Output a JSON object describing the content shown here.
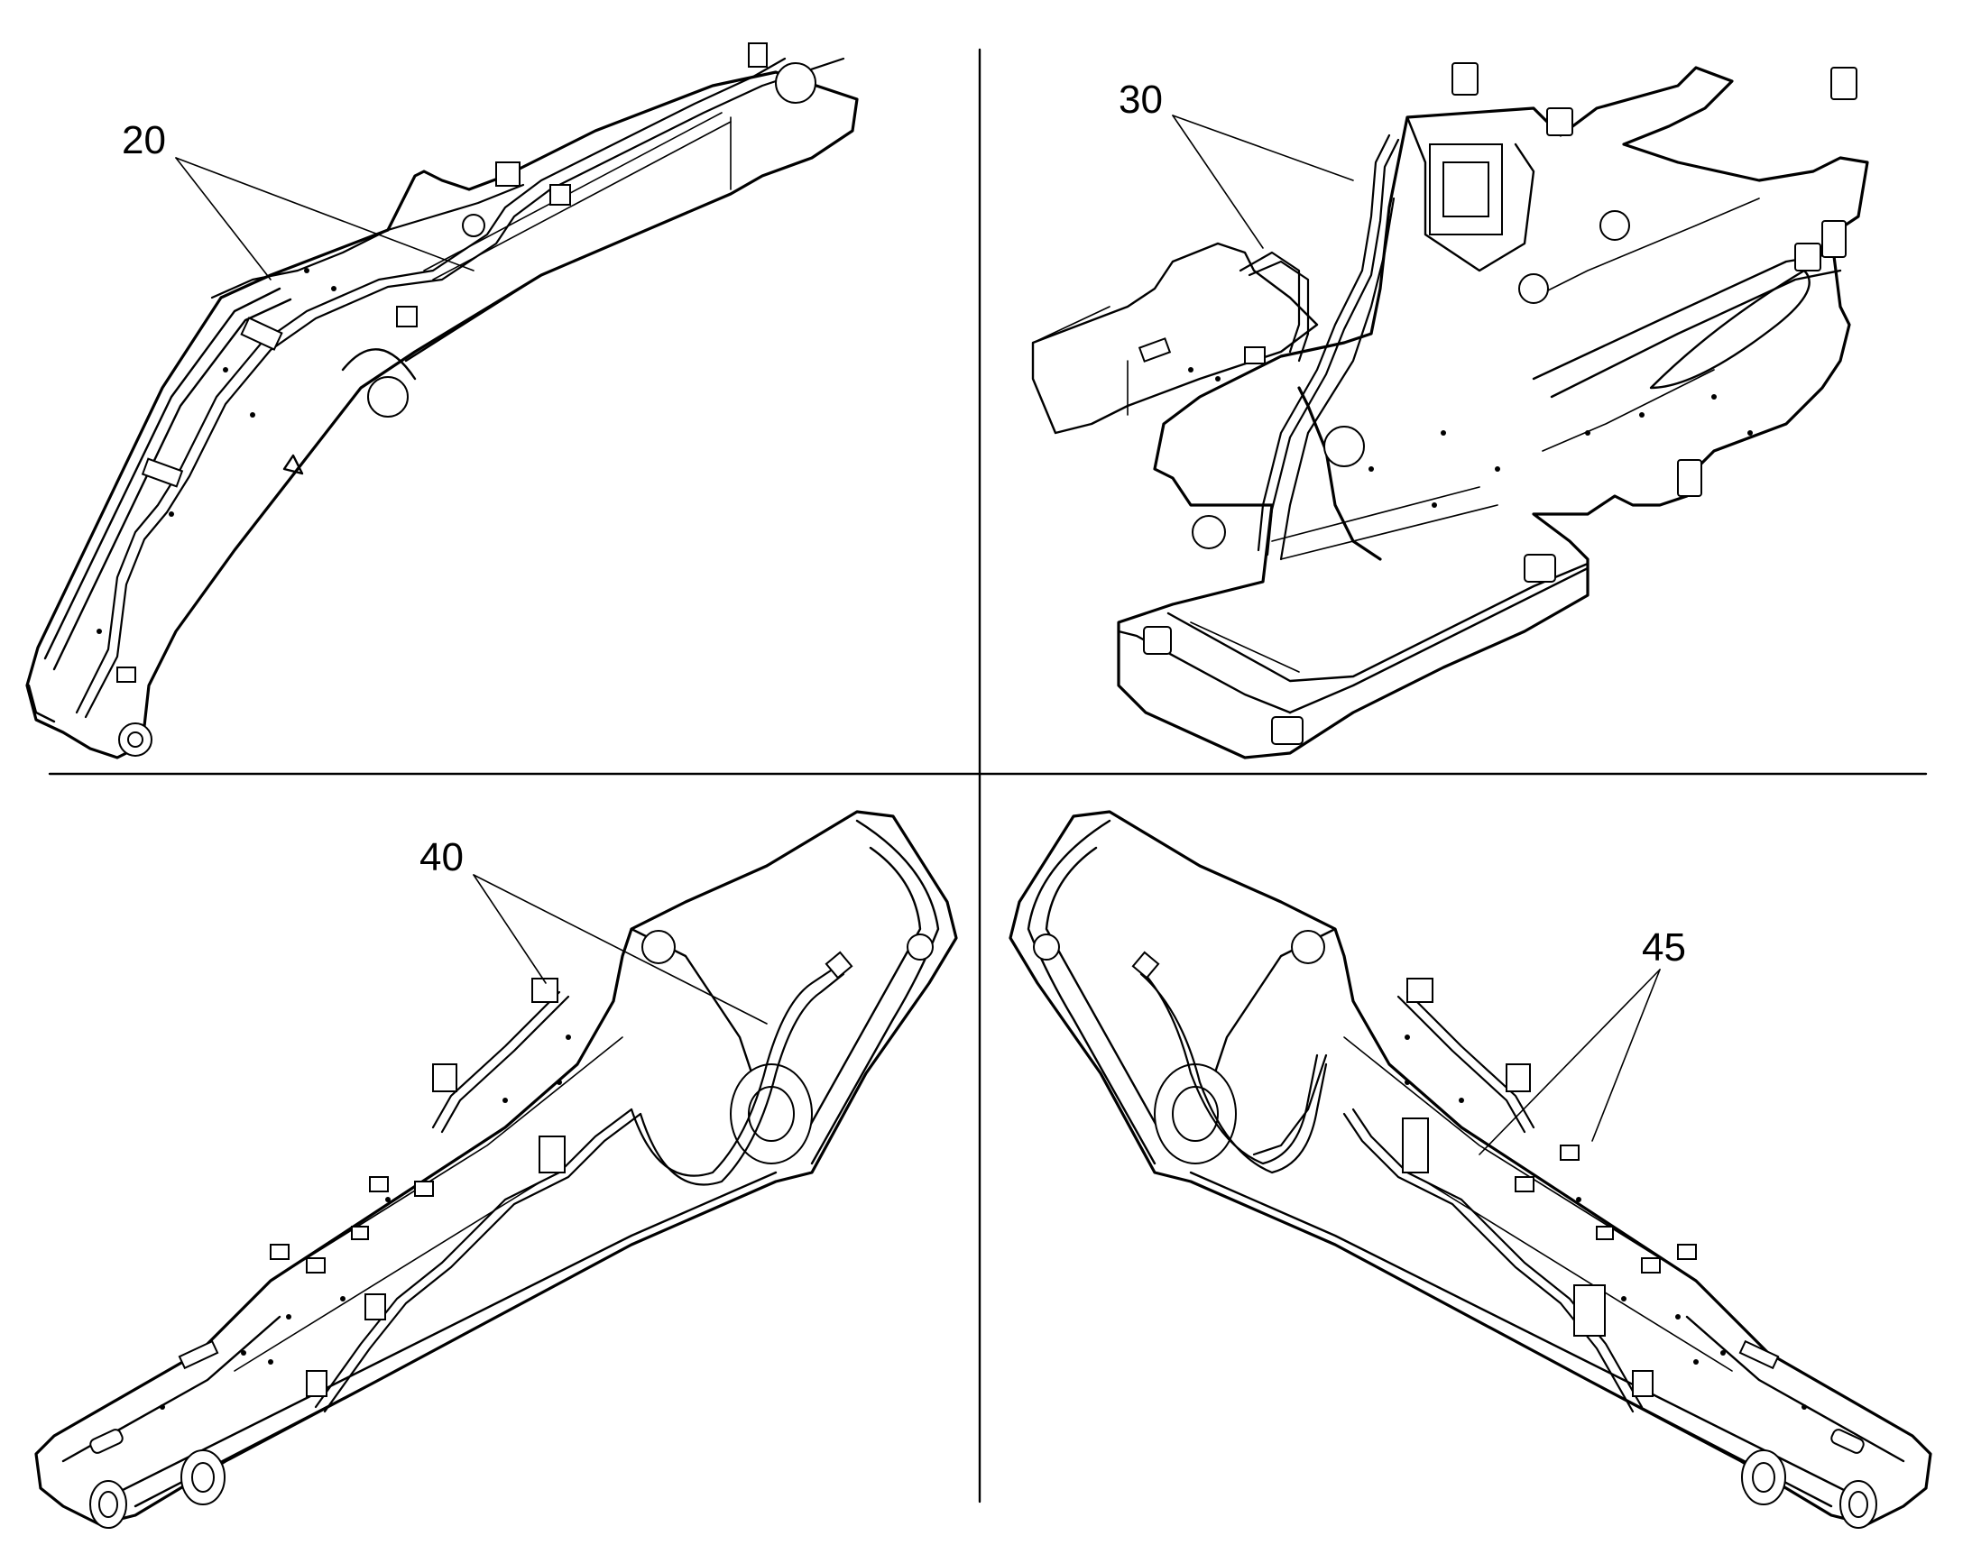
{
  "callouts": [
    {
      "id": "c20",
      "label": "20"
    },
    {
      "id": "c30",
      "label": "30"
    },
    {
      "id": "c40",
      "label": "40"
    },
    {
      "id": "c45",
      "label": "45"
    }
  ]
}
